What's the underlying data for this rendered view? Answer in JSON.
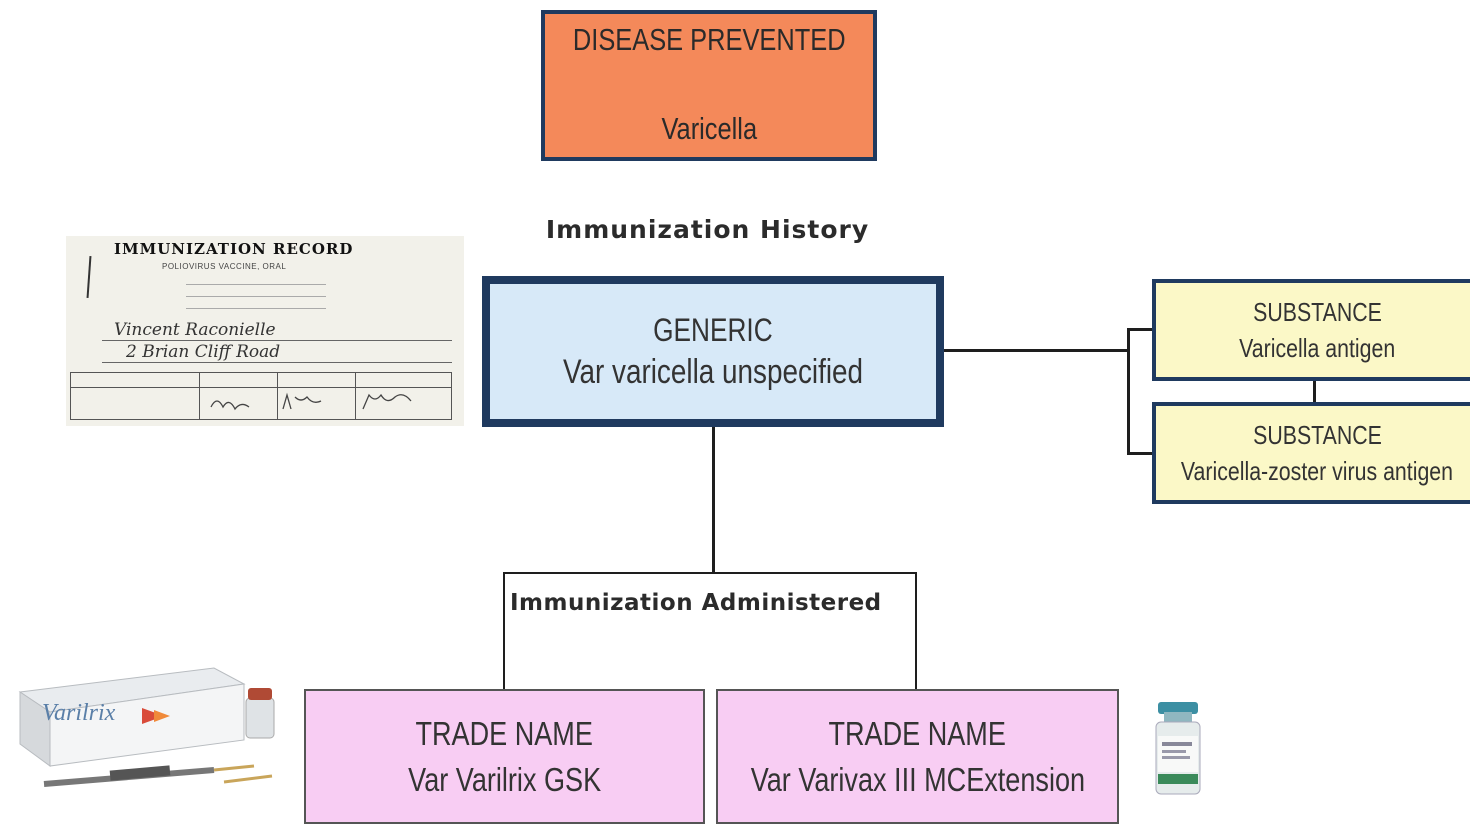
{
  "disease": {
    "label": "DISEASE PREVENTED",
    "value": "Varicella"
  },
  "history_heading": "Immunization History",
  "generic": {
    "label": "GENERIC",
    "value": "Var varicella unspecified"
  },
  "substances": [
    {
      "label": "SUBSTANCE",
      "value": "Varicella antigen"
    },
    {
      "label": "SUBSTANCE",
      "value": "Varicella-zoster virus antigen"
    }
  ],
  "administered_heading": "Immunization Administered",
  "trade_names": [
    {
      "label": "TRADE NAME",
      "value": "Var Varilrix GSK"
    },
    {
      "label": "TRADE NAME",
      "value": "Var Varivax III MCExtension"
    }
  ],
  "record_card": {
    "title": "IMMUNIZATION RECORD",
    "subtitle": "POLIOVIRUS VACCINE, ORAL",
    "name_hand": "Vincent Raconielle",
    "address_hand": "2 Brian Cliff Road"
  },
  "varilrix_box": {
    "brand": "Varilrix"
  },
  "colors": {
    "disease_fill": "#f4895a",
    "generic_fill": "#d7e9f8",
    "substance_fill": "#fbf8c7",
    "trade_fill": "#f8cdf3",
    "border": "#1f3a5f"
  }
}
